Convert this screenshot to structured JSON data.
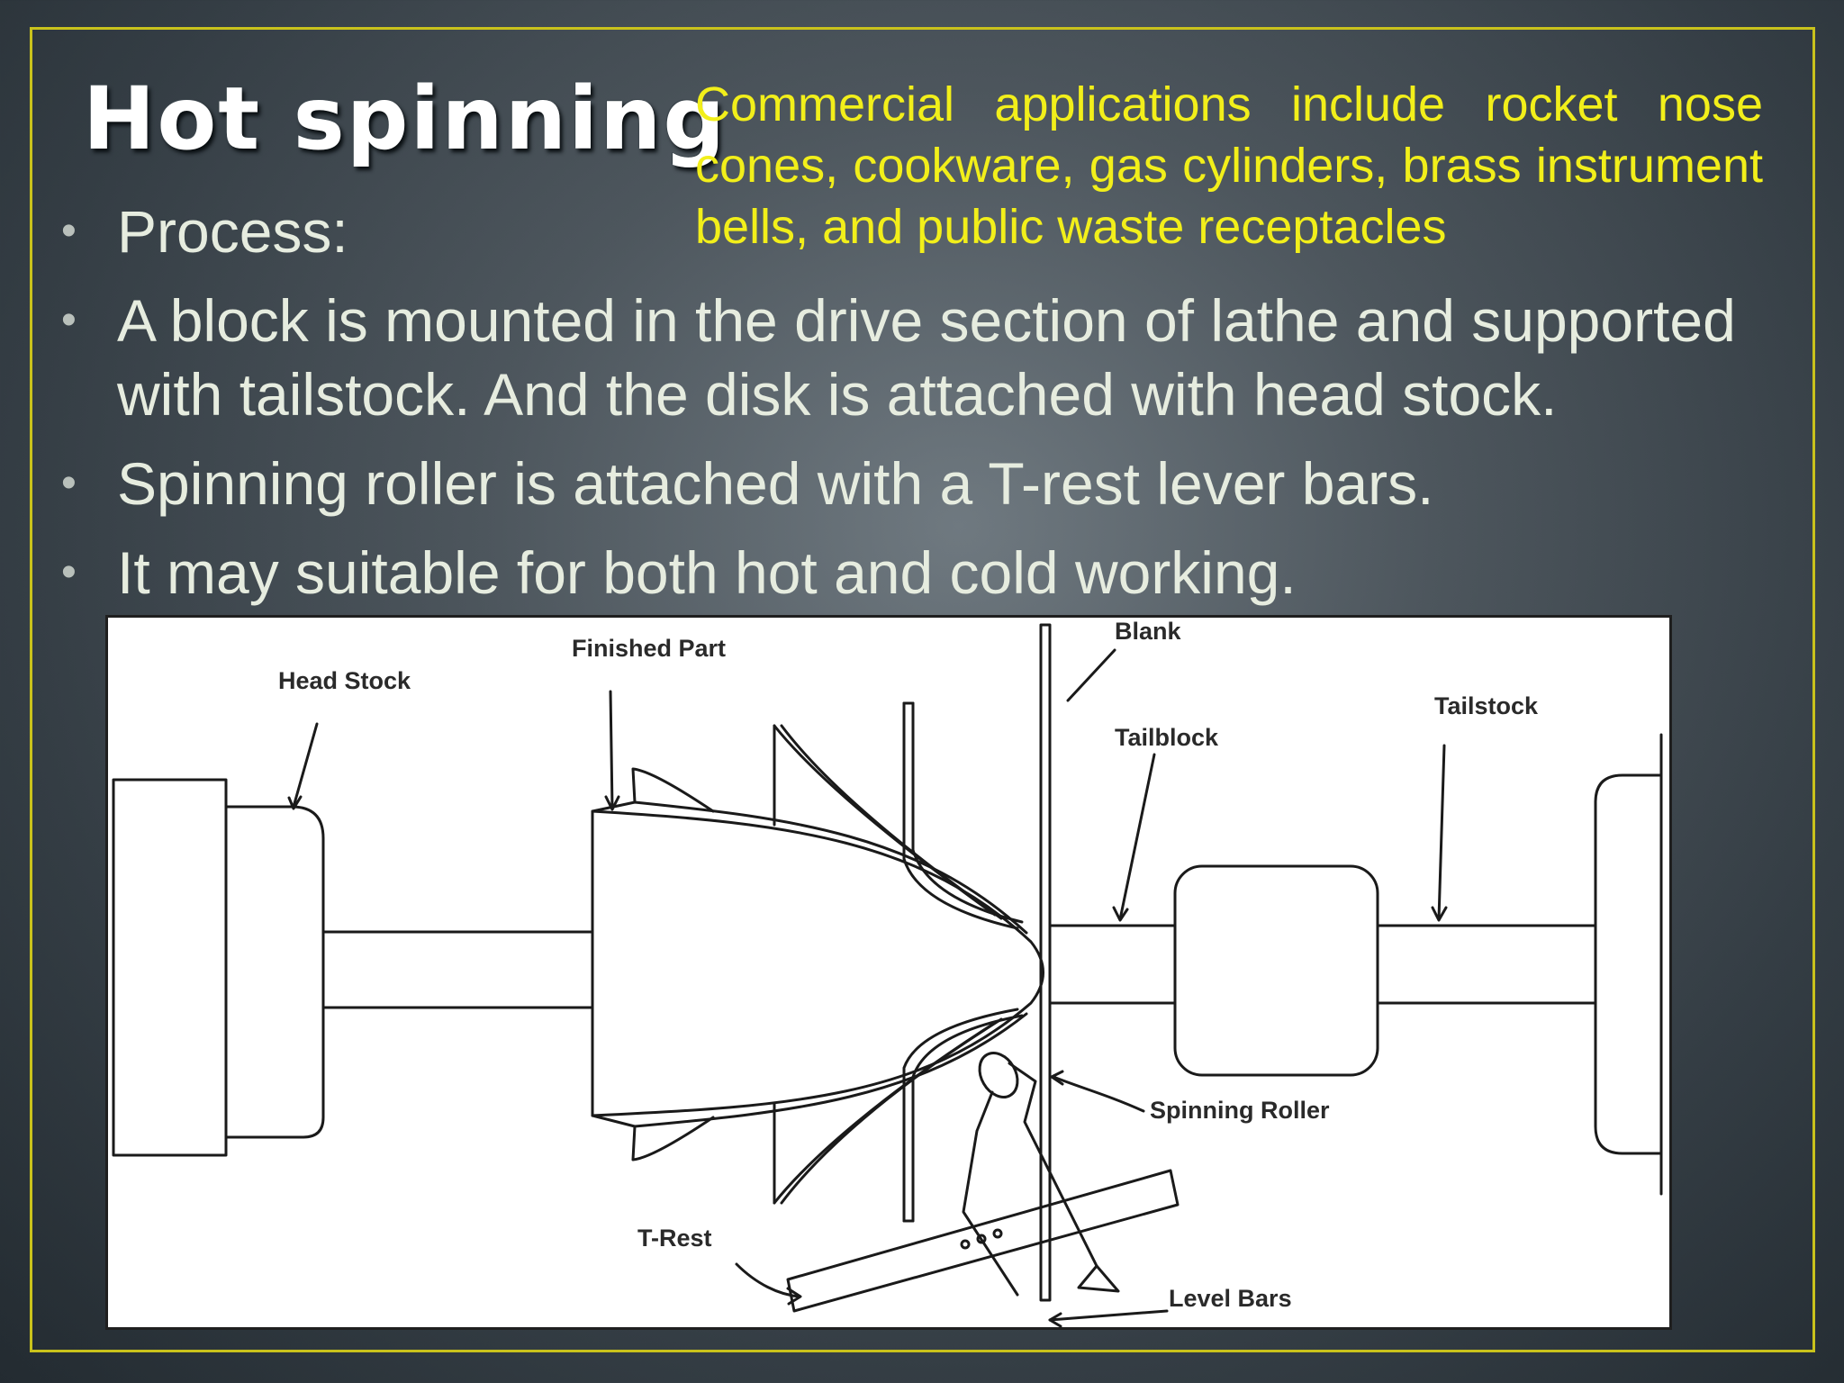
{
  "slide": {
    "title": "Hot spinning",
    "note": "Commercial applications include rocket nose cones, cookware, gas cylinders, brass instrument bells, and public waste receptacles",
    "bullets": [
      "Process:",
      "A block is mounted in the drive section of lathe and supported with tailstock.  And the disk is attached with head stock.",
      "Spinning roller is attached with a T-rest lever bars.",
      "It may suitable for both hot and cold working."
    ],
    "bullet_glyph": "•"
  },
  "diagram": {
    "labels": {
      "head_stock": "Head Stock",
      "finished_part": "Finished Part",
      "blank": "Blank",
      "tailblock": "Tailblock",
      "tailstock": "Tailstock",
      "spinning_roller": "Spinning Roller",
      "t_rest": "T-Rest",
      "level_bars": "Level Bars"
    }
  },
  "colors": {
    "frame": "#c9c21c",
    "note_text": "#f2ef1a",
    "title_text": "#ffffff",
    "body_text": "#e6ecdf"
  }
}
